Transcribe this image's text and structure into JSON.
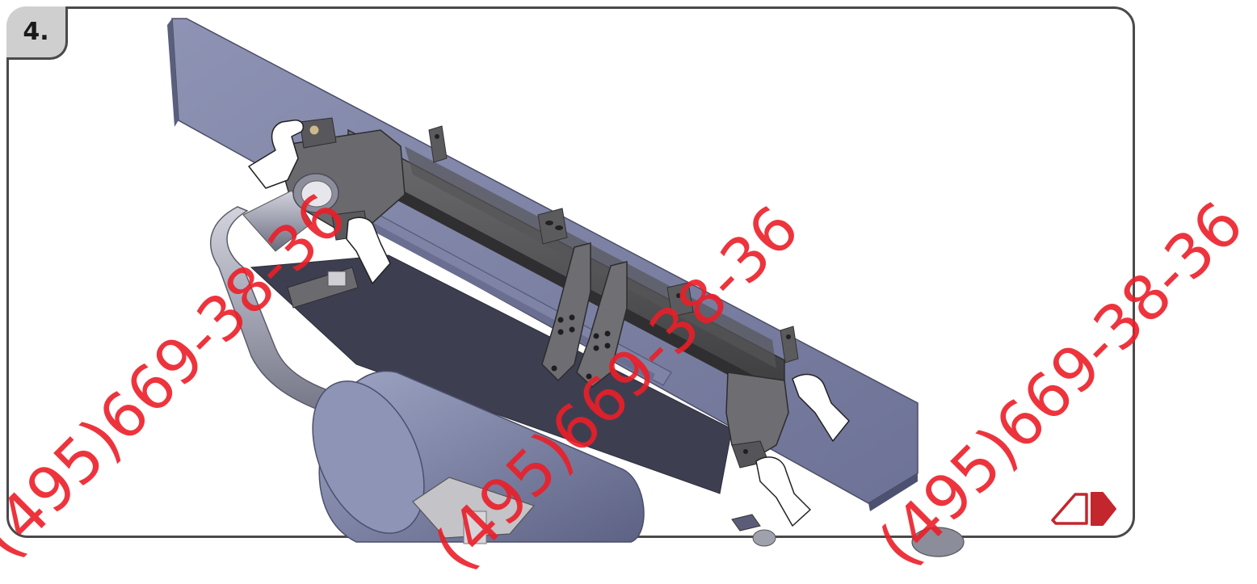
{
  "step": {
    "label": "4."
  },
  "watermark": {
    "text_a": "(495)669-38-36",
    "text_b": "(495)669-38-36",
    "text_c": "(495)669-38-36",
    "color": "#eb1e28"
  },
  "nav": {
    "icon": "next-page-arrow-icon",
    "color": "#c4262e"
  },
  "illustration": {
    "subject": "exploded assembly drawing with hands indicating bracket placement"
  }
}
